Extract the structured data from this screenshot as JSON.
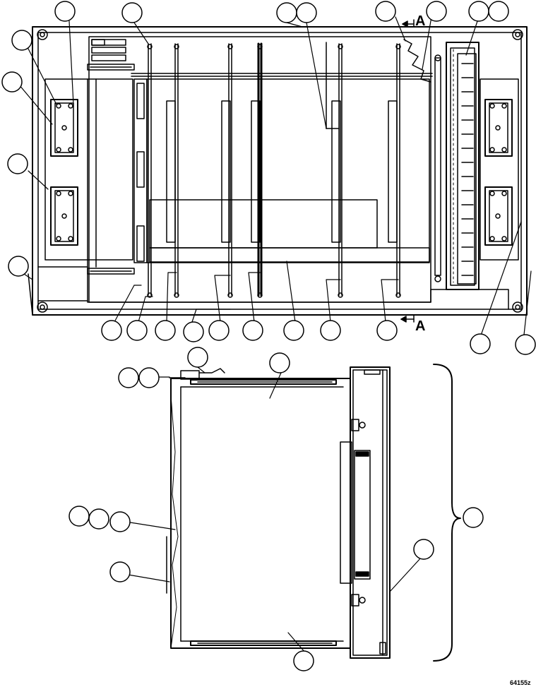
{
  "section_marker_top": "A",
  "section_marker_bottom": "A",
  "figure_id": "64155z",
  "colors": {
    "ink": "#000000",
    "paper": "#ffffff"
  }
}
